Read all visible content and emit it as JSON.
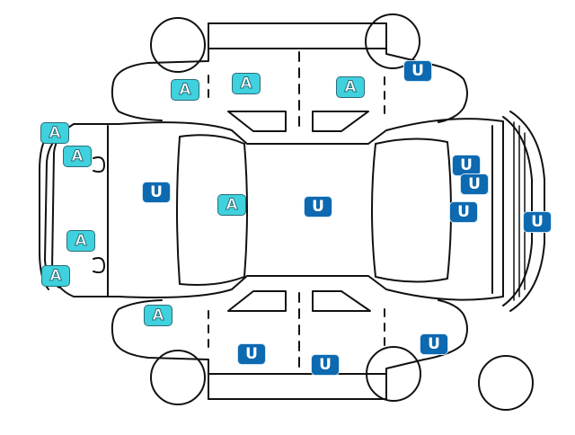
{
  "legend_colors": {
    "A": {
      "fill": "#3fd1de",
      "text": "#ffffff",
      "outline": "#2a6e78"
    },
    "U": {
      "fill": "#0d69b0",
      "text": "#ffffff",
      "outline": "#cfe6f7"
    }
  },
  "line_color": "#111111",
  "markers": [
    {
      "label": "A",
      "name": "marker-a-left-front-door-edge"
    },
    {
      "label": "A",
      "name": "marker-a-left-front-door"
    },
    {
      "label": "A",
      "name": "marker-a-left-rear-door"
    },
    {
      "label": "U",
      "name": "marker-u-left-rear-quarter"
    },
    {
      "label": "A",
      "name": "marker-a-front-left-corner"
    },
    {
      "label": "A",
      "name": "marker-a-left-headlight"
    },
    {
      "label": "U",
      "name": "marker-u-hood"
    },
    {
      "label": "A",
      "name": "marker-a-windshield"
    },
    {
      "label": "U",
      "name": "marker-u-roof"
    },
    {
      "label": "U",
      "name": "marker-u-rear-glass-1"
    },
    {
      "label": "U",
      "name": "marker-u-rear-glass-2"
    },
    {
      "label": "U",
      "name": "marker-u-rear-glass-3"
    },
    {
      "label": "U",
      "name": "marker-u-rear-bumper"
    },
    {
      "label": "A",
      "name": "marker-a-right-headlight"
    },
    {
      "label": "A",
      "name": "marker-a-front-right-corner"
    },
    {
      "label": "A",
      "name": "marker-a-right-front-fender"
    },
    {
      "label": "U",
      "name": "marker-u-right-front-door"
    },
    {
      "label": "U",
      "name": "marker-u-right-rear-door"
    },
    {
      "label": "U",
      "name": "marker-u-right-rear-quarter"
    }
  ]
}
